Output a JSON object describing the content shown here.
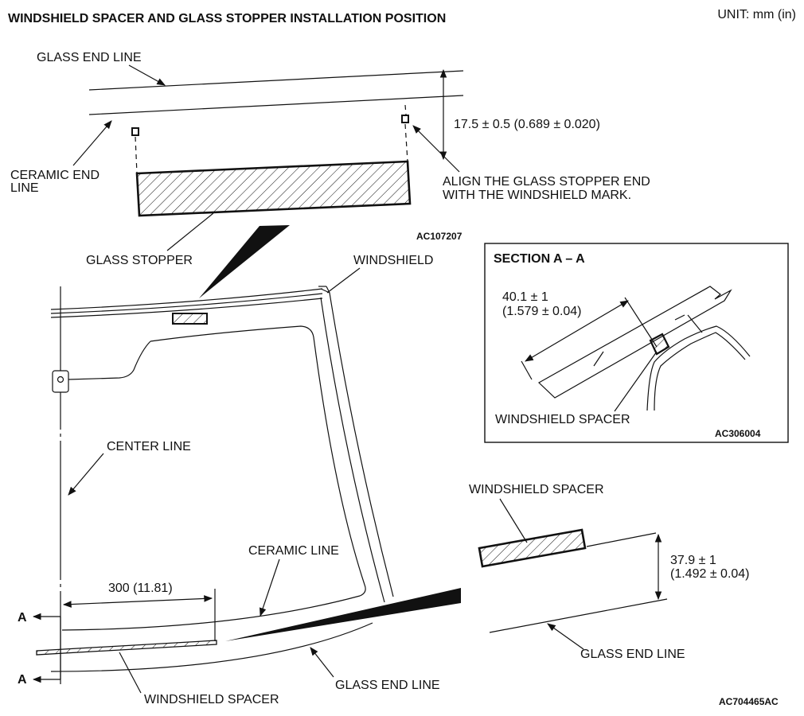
{
  "title": "WINDSHIELD SPACER AND GLASS STOPPER INSTALLATION POSITION",
  "unit": "UNIT: mm (in)",
  "top_view": {
    "glass_end_line": "GLASS END LINE",
    "ceramic_end_line": [
      "CERAMIC END",
      "LINE"
    ],
    "glass_stopper": "GLASS STOPPER",
    "dimension": "17.5 ± 0.5 (0.689 ± 0.020)",
    "note": [
      "ALIGN THE GLASS STOPPER END",
      "WITH THE WINDSHIELD MARK."
    ],
    "code": "AC107207"
  },
  "section": {
    "title": "SECTION A – A",
    "dimension": [
      "40.1 ± 1",
      "(1.579 ± 0.04)"
    ],
    "spacer": "WINDSHIELD SPACER",
    "code": "AC306004"
  },
  "main_view": {
    "windshield": "WINDSHIELD",
    "center_line": "CENTER LINE",
    "ceramic_line": "CERAMIC LINE",
    "dimension": "300 (11.81)",
    "section_mark": "A",
    "spacer": "WINDSHIELD SPACER",
    "glass_end_line": "GLASS END LINE"
  },
  "detail": {
    "spacer": "WINDSHIELD SPACER",
    "dimension": [
      "37.9 ± 1",
      "(1.492 ± 0.04)"
    ],
    "glass_end_line": "GLASS END LINE"
  },
  "figure_code": "AC704465AC"
}
